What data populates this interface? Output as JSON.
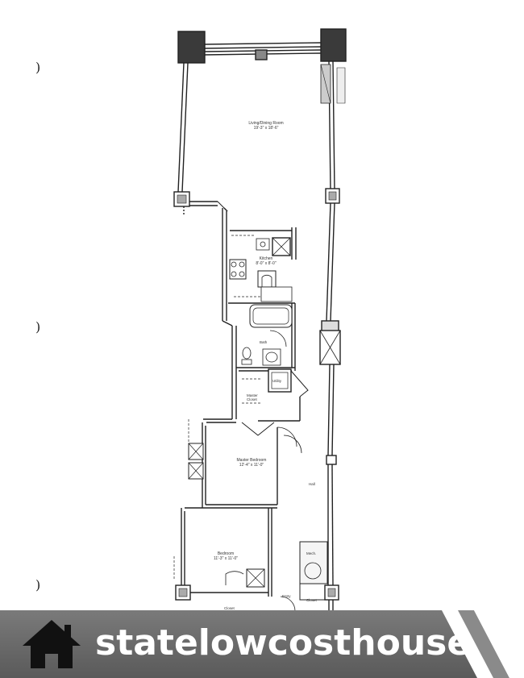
{
  "rooms": {
    "living": {
      "name": "Living/Dining Room",
      "size": "19'-3\" x 18'-6\""
    },
    "kitchen": {
      "name": "Kitchen",
      "size": "8'-0\" x 8'-0\""
    },
    "bath": {
      "name": "Bath"
    },
    "utility": {
      "name": "Utility"
    },
    "master_closet": {
      "name": "Master Closet"
    },
    "master_bedroom": {
      "name": "Master Bedroom",
      "size": "12'-4\" x 11'-0\""
    },
    "hall": {
      "name": "Hall"
    },
    "bedroom": {
      "name": "Bedroom",
      "size": "11'-3\" x 11'-0\""
    },
    "mech": {
      "name": "Mech."
    },
    "closet": {
      "name": "Closet"
    },
    "entry": {
      "name": "Entry"
    },
    "closet2": {
      "name": "Closet"
    }
  },
  "margin_marks": [
    ")",
    ")",
    ")"
  ],
  "banner": {
    "brand": "statelowcosthouse",
    "icon": "home-icon",
    "colors": {
      "background": "#6b6b6b",
      "text": "#ffffff",
      "icon": "#111111"
    }
  }
}
